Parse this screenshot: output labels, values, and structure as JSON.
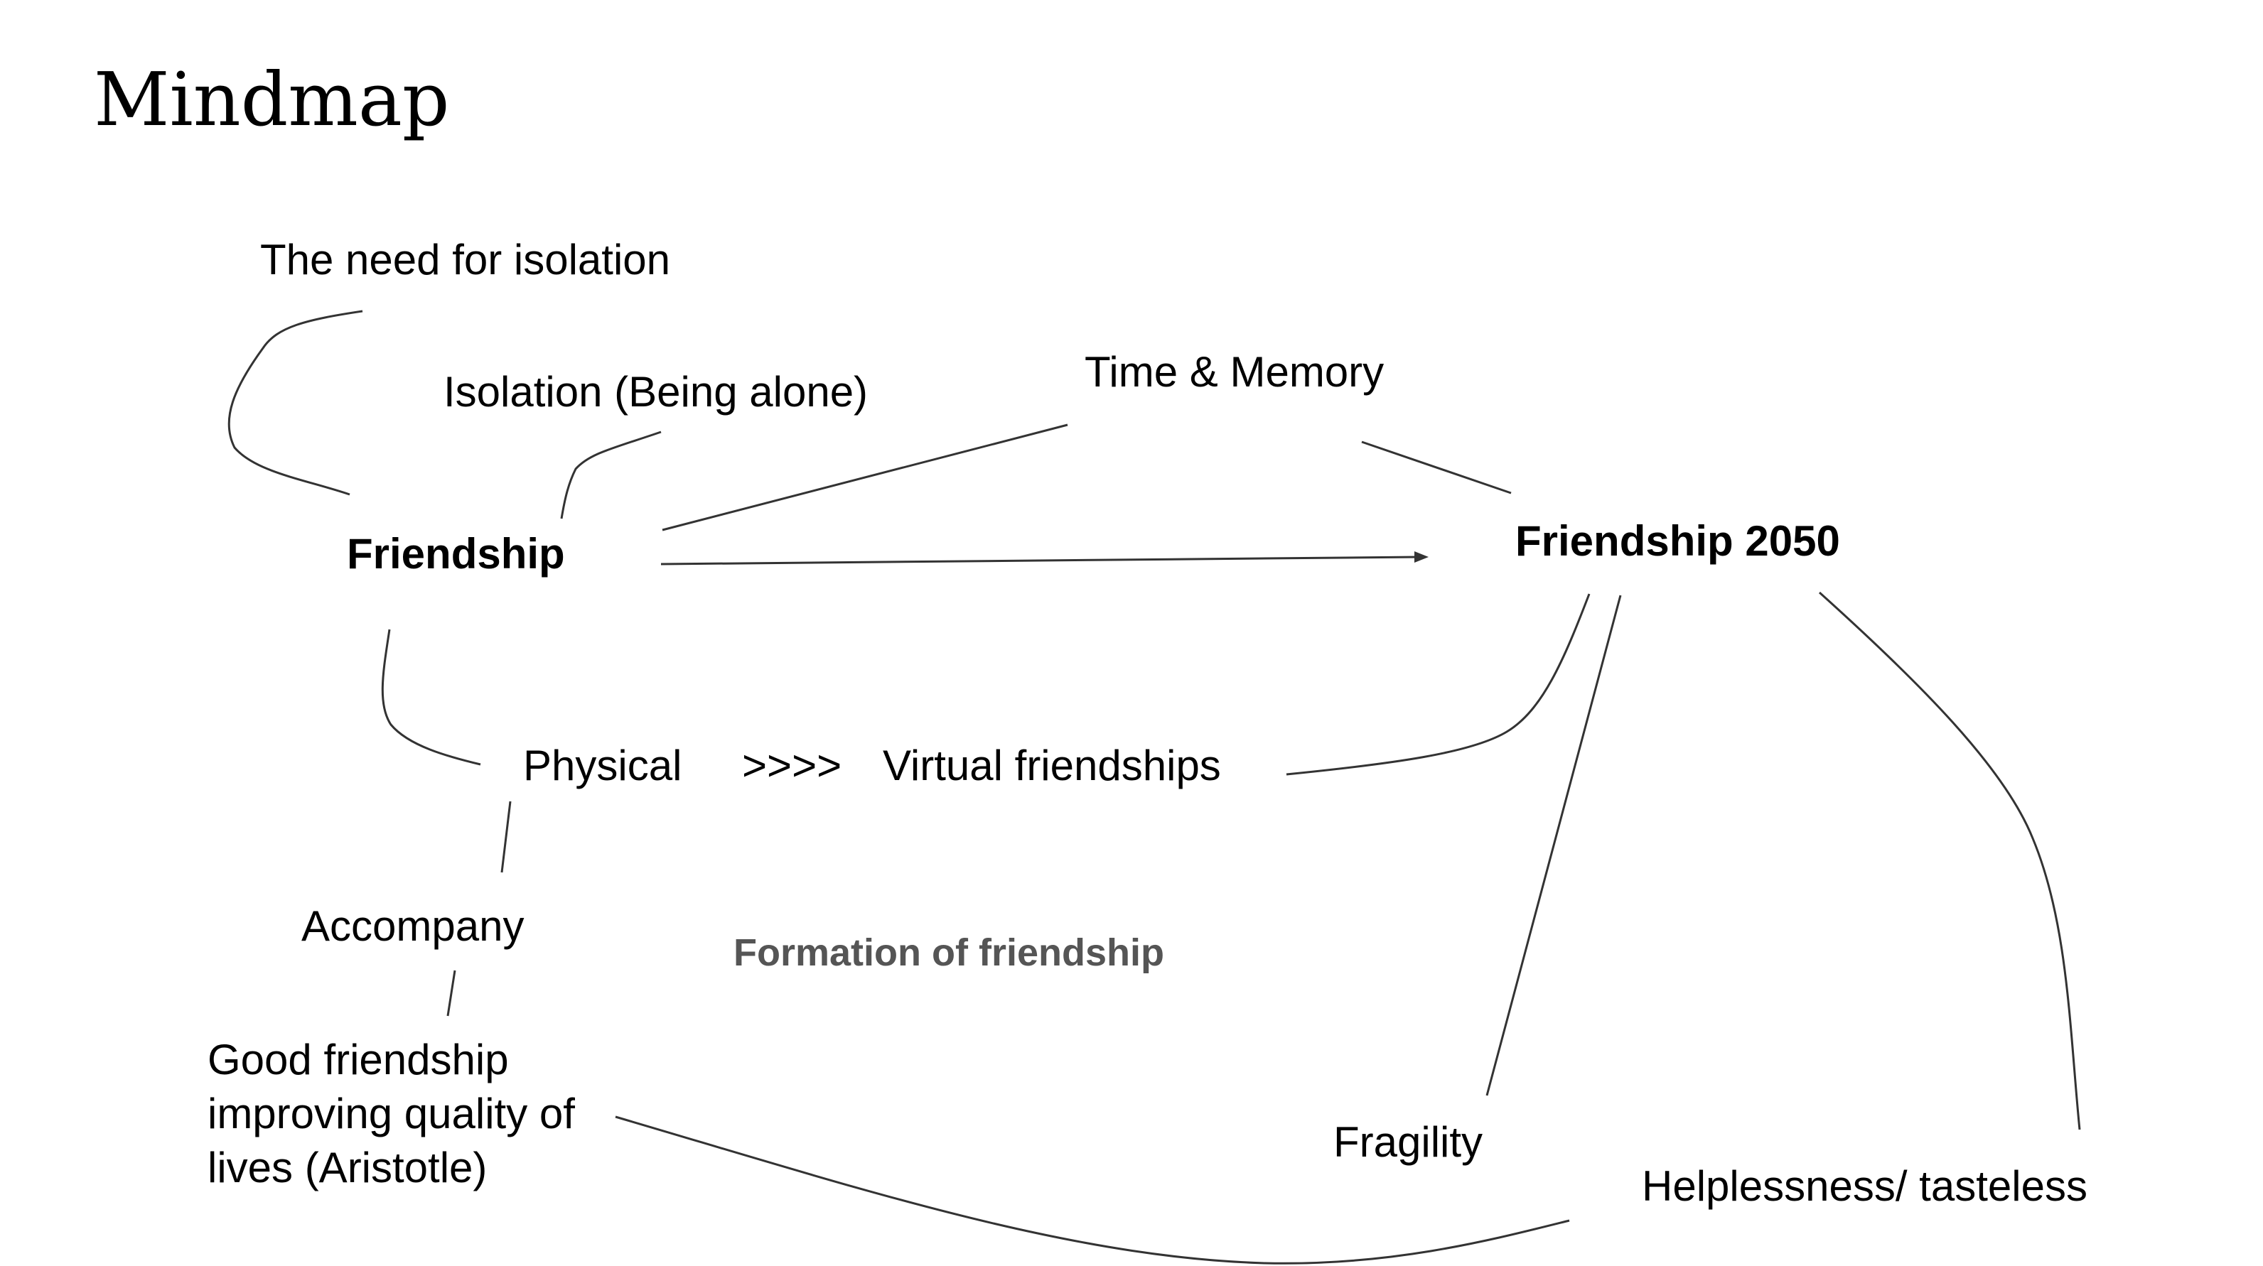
{
  "title": "Mindmap",
  "nodes": {
    "need_for_isolation": "The need for isolation",
    "isolation_being_alone": "Isolation (Being alone)",
    "time_memory": "Time & Memory",
    "friendship": "Friendship",
    "friendship_2050": "Friendship 2050",
    "physical": "Physical",
    "arrows": ">>>>",
    "virtual_friendships": "Virtual friendships",
    "accompany": "Accompany",
    "formation_of_friendship": "Formation of friendship",
    "good_friendship_line1": "Good friendship",
    "good_friendship_line2": "improving quality of",
    "good_friendship_line3": "lives (Aristotle)",
    "fragility": "Fragility",
    "helplessness": "Helplessness/ tasteless"
  },
  "colors": {
    "text": "#000000",
    "muted_label": "#555555",
    "connector": "#333333"
  }
}
